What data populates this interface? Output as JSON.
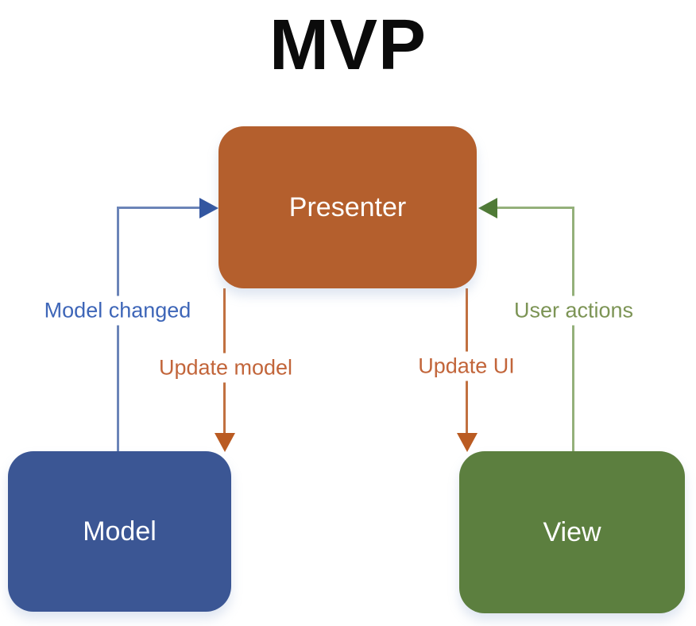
{
  "title": "MVP",
  "colors": {
    "title_color": "#0b0b0b",
    "node_text": "#ffffff",
    "presenter_color": "#b45f2d",
    "model_color": "#3b5694",
    "view_color": "#5c7f3f",
    "edge_blue": "#6b84b8",
    "head_blue": "#3356a0",
    "label_blue": "#3e66b8",
    "edge_orange": "#c17040",
    "head_orange": "#ba5b22",
    "label_orange": "#c2653a",
    "edge_green": "#94b07a",
    "head_green": "#4f7a36",
    "label_green": "#7c9455"
  },
  "nodes": {
    "presenter": {
      "label": "Presenter"
    },
    "model": {
      "label": "Model"
    },
    "view": {
      "label": "View"
    }
  },
  "edges": {
    "model_changed": {
      "label": "Model changed"
    },
    "update_model": {
      "label": "Update model"
    },
    "update_ui": {
      "label": "Update UI"
    },
    "user_actions": {
      "label": "User actions"
    }
  }
}
